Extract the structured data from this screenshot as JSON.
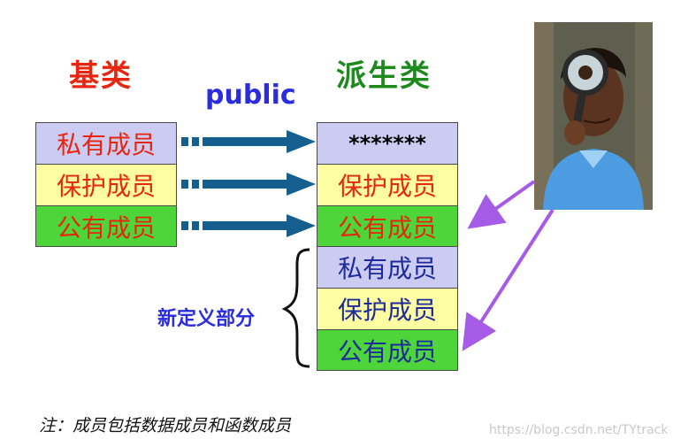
{
  "base": {
    "title": "基类",
    "rows": [
      "私有成员",
      "保护成员",
      "公有成员"
    ]
  },
  "derived": {
    "title": "派生类",
    "inherited_rows": [
      "*******",
      "保护成员",
      "公有成员"
    ],
    "new_rows": [
      "私有成员",
      "保护成员",
      "公有成员"
    ]
  },
  "inheritance_keyword": "public",
  "new_part_label": "新定义部分",
  "footnote": "注：成员包括数据成员和函数成员",
  "watermark": "https://blog.csdn.net/TYtrack",
  "colors": {
    "title_red": "#e8250f",
    "title_green": "#1e8a1e",
    "keyword_blue": "#2b2be0",
    "private_fill": "#cccbf2",
    "protected_fill": "#fdfda2",
    "public_fill": "#4dd53a",
    "arrow_blue": "#165e8e",
    "access_arrow_purple": "#a55be6"
  }
}
